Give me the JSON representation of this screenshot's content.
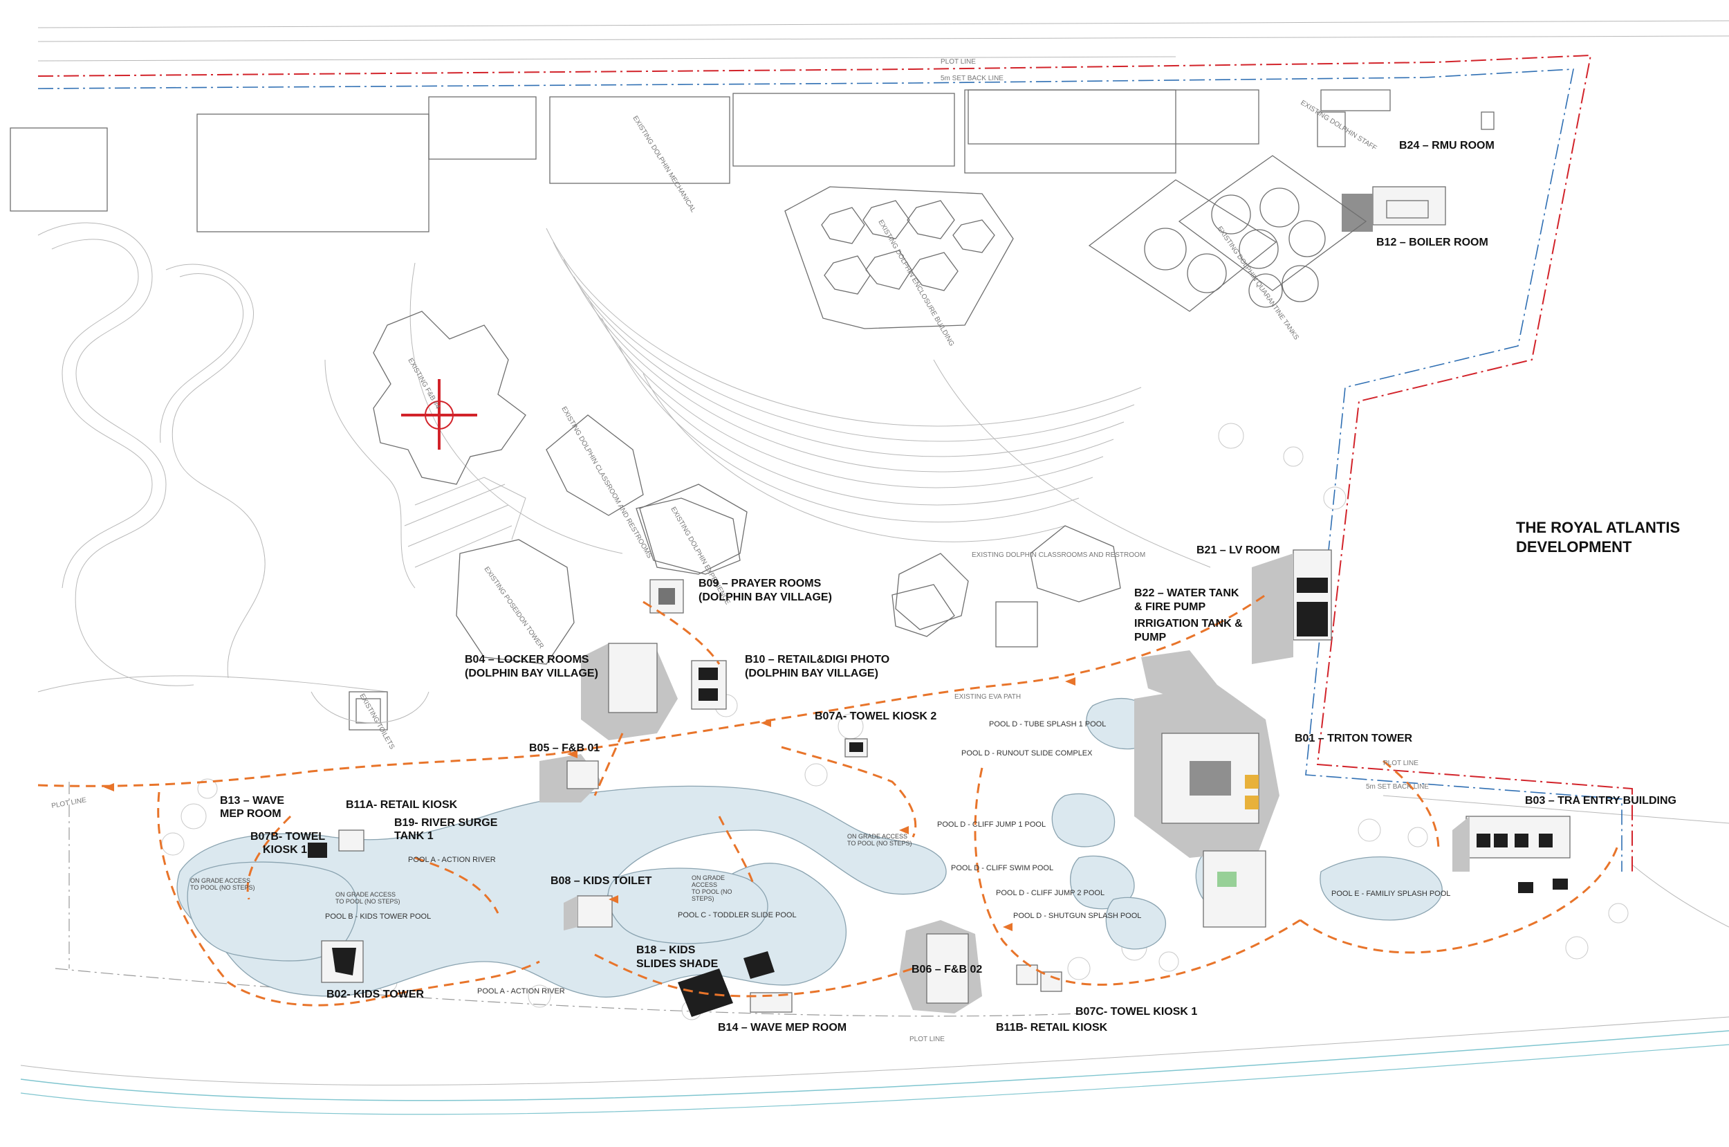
{
  "development_title": [
    "THE ROYAL ATLANTIS",
    "DEVELOPMENT"
  ],
  "boundary": {
    "plot_line_top": "PLOT LINE",
    "setback_top": "5m SET BACK LINE",
    "plot_line_right": "PLOT LINE",
    "setback_right": "5m SET BACK LINE",
    "plot_line_left": "PLOT LINE",
    "plot_line_bottom": "PLOT LINE",
    "eva_path": "EXISTING EVA PATH",
    "colors": {
      "plot_line": "#d2232a",
      "setback_line": "#2f6fb3",
      "circulation_path": "#e8742a",
      "water": "#dbe8ef"
    }
  },
  "buildings": [
    {
      "lines": [
        "B24 – RMU ROOM"
      ]
    },
    {
      "lines": [
        "B12 – BOILER ROOM"
      ]
    },
    {
      "lines": [
        "B21 – LV ROOM"
      ]
    },
    {
      "lines": [
        "B22 – WATER TANK",
        "& FIRE PUMP",
        "IRRIGATION TANK &",
        "PUMP"
      ]
    },
    {
      "lines": [
        "B09 – PRAYER ROOMS",
        "(DOLPHIN BAY VILLAGE)"
      ]
    },
    {
      "lines": [
        "B04 – LOCKER ROOMS",
        "(DOLPHIN BAY VILLAGE)"
      ]
    },
    {
      "lines": [
        "B10 – RETAIL&DIGI PHOTO",
        "(DOLPHIN BAY VILLAGE)"
      ]
    },
    {
      "lines": [
        "B07A- TOWEL KIOSK 2"
      ]
    },
    {
      "lines": [
        "B05 – F&B 01"
      ]
    },
    {
      "lines": [
        "B01 – TRITON TOWER"
      ]
    },
    {
      "lines": [
        "B03 – TRA ENTRY BUILDING"
      ]
    },
    {
      "lines": [
        "B13 – WAVE",
        "MEP ROOM"
      ]
    },
    {
      "lines": [
        "B11A- RETAIL KIOSK"
      ]
    },
    {
      "lines": [
        "B19- RIVER SURGE",
        "TANK 1"
      ]
    },
    {
      "lines": [
        "B07B- TOWEL",
        "KIOSK 1"
      ]
    },
    {
      "lines": [
        "B08 – KIDS TOILET"
      ]
    },
    {
      "lines": [
        "B18 – KIDS",
        "SLIDES SHADE"
      ]
    },
    {
      "lines": [
        "B02- KIDS TOWER"
      ]
    },
    {
      "lines": [
        "B14 – WAVE MEP ROOM"
      ]
    },
    {
      "lines": [
        "B06 – F&B 02"
      ]
    },
    {
      "lines": [
        "B07C- TOWEL KIOSK 1"
      ]
    },
    {
      "lines": [
        "B11B- RETAIL KIOSK"
      ]
    }
  ],
  "pools": [
    "POOL D - TUBE SPLASH 1 POOL",
    "POOL D - RUNOUT SLIDE COMPLEX",
    "POOL D - CLIFF JUMP 1 POOL",
    "POOL D - CLIFF SWIM POOL",
    "POOL D - CLIFF JUMP 2 POOL",
    "POOL D - SHUTGUN SPLASH POOL",
    "POOL E - FAMILIY SPLASH POOL",
    "POOL A - ACTION RIVER",
    "POOL A - ACTION RIVER",
    "POOL B - KIDS TOWER POOL",
    "POOL C - TODDLER SLIDE POOL"
  ],
  "access_notes": [
    [
      "ON GRADE ACCESS",
      "TO POOL (NO STEPS)"
    ],
    [
      "ON GRADE ACCESS",
      "TO POOL (NO STEPS)"
    ],
    [
      "ON GRADE",
      "ACCESS",
      "TO POOL (NO",
      "STEPS)"
    ],
    [
      "ON GRADE ACCESS",
      "TO POOL (NO STEPS)"
    ]
  ],
  "existing": [
    "EXISTING DOLPHIN MECHANICAL",
    "EXISTING DOLPHIN STAFF",
    "EXISTING DOLPHIN ENCLOSURE BUILDING",
    "EXISTING DOLPHIN QUARANTINE TANKS",
    "EXISTING F&B #4",
    "EXISTING DOLPHIN CLASSROOM AND RESTROOMS",
    "EXISTING DOLPHIN EXPERIENCE",
    "EXISTING DOLPHIN CLASSROOMS AND RESTROOM",
    "EXISTING POSEIDON TOWER",
    "EXISTING TOILETS"
  ]
}
